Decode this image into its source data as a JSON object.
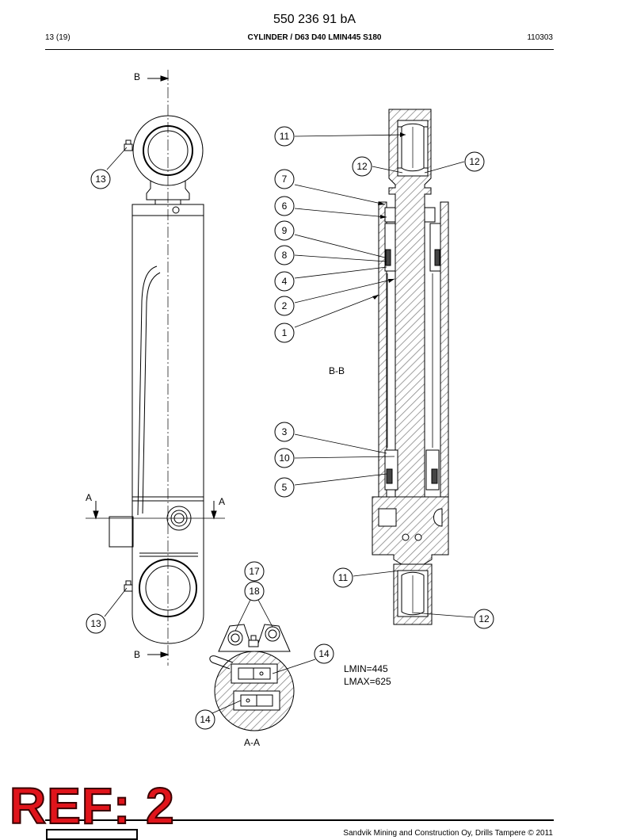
{
  "header": {
    "doc_number": "550 236 91 bA",
    "page_index": "13 (19)",
    "title": "CYLINDER / D63 D40 LMIN445 S180",
    "date_code": "110303"
  },
  "section_marks": {
    "b_top": "B",
    "b_bottom": "B",
    "a_left": "A",
    "a_right": "A"
  },
  "view_labels": {
    "section_bb": "B-B",
    "section_aa": "A-A"
  },
  "dimensions": {
    "lmin": "LMIN=445",
    "lmax": "LMAX=625"
  },
  "callouts": {
    "c13_upper": "13",
    "c13_lower": "13",
    "c11_top": "11",
    "c12_left": "12",
    "c12_right": "12",
    "c7": "7",
    "c6": "6",
    "c9": "9",
    "c8": "8",
    "c4": "4",
    "c2": "2",
    "c1": "1",
    "c3": "3",
    "c10": "10",
    "c5": "5",
    "c17": "17",
    "c18": "18",
    "c11_bottom": "11",
    "c12_bottom": "12",
    "c14_upper": "14",
    "c14_lower": "14"
  },
  "stamp": {
    "ref": "REF: 2",
    "color": "#e0141b"
  },
  "footer": {
    "copyright": "Sandvik Mining and Construction Oy, Drills Tampere © 2011"
  }
}
